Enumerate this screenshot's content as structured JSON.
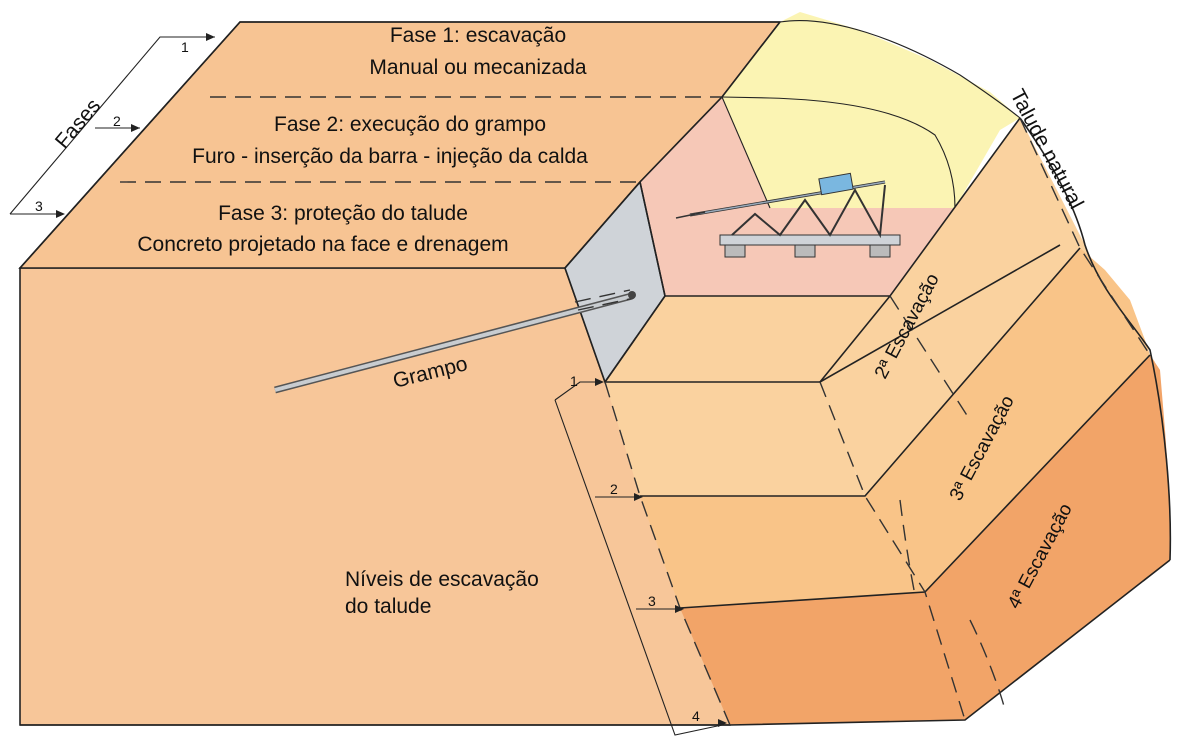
{
  "colors": {
    "top_face": "#f7c493",
    "front_face": "#f7c699",
    "exc2": "#fad29f",
    "exc3": "#f9c488",
    "exc4": "#f2a468",
    "natural_slope": "#fbf4b3",
    "pink_cut": "#f6c8b7",
    "grey_face": "#cfd3d8",
    "line": "#222222"
  },
  "phases": {
    "group_label": "Fases",
    "phase1_title": "Fase 1: escavação",
    "phase1_desc": "Manual ou mecanizada",
    "phase2_title": "Fase 2: execução do grampo",
    "phase2_desc": "Furo - inserção da barra - injeção da calda",
    "phase3_title": "Fase 3: proteção do talude",
    "phase3_desc": "Concreto projetado na face e drenagem",
    "markers": [
      "1",
      "2",
      "3"
    ]
  },
  "labels": {
    "natural_slope": "Talude natural",
    "nail": "Grampo",
    "levels_line1": "Níveis de escavação",
    "levels_line2": "do talude",
    "exc2": "2ª Escavação",
    "exc3": "3ª Escavação",
    "exc4": "4ª Escavação"
  },
  "levels": {
    "markers": [
      "1",
      "2",
      "3",
      "4"
    ]
  }
}
